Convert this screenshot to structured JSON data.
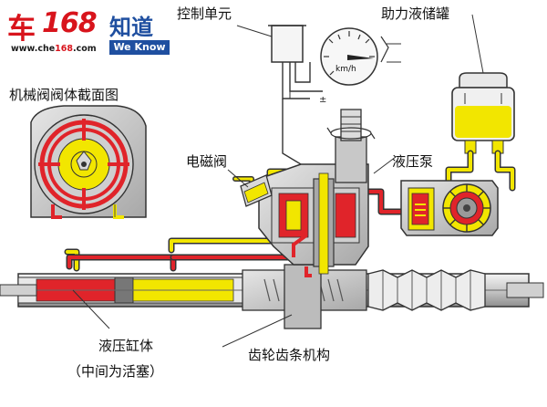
{
  "logo": {
    "brand_char": "车",
    "brand_number": "168",
    "brand_suffix": "知道",
    "url_prefix": "www.che",
    "url_number": "168",
    "url_suffix": ".com",
    "tagline": "We Know"
  },
  "labels": {
    "control_unit": "控制单元",
    "reservoir": "助力液储罐",
    "valve_section": "机械阀阀体截面图",
    "solenoid_valve": "电磁阀",
    "pump": "液压泵",
    "cylinder": "液压缸体",
    "cylinder_note": "（中间为活塞）",
    "rack_pinion": "齿轮齿条机构",
    "speed_unit": "km/h",
    "ground_symbol": "±"
  },
  "colors": {
    "high_pressure": "#e0242a",
    "low_pressure": "#f2e600",
    "metal": "#b8b8b8",
    "outline": "#333333"
  }
}
